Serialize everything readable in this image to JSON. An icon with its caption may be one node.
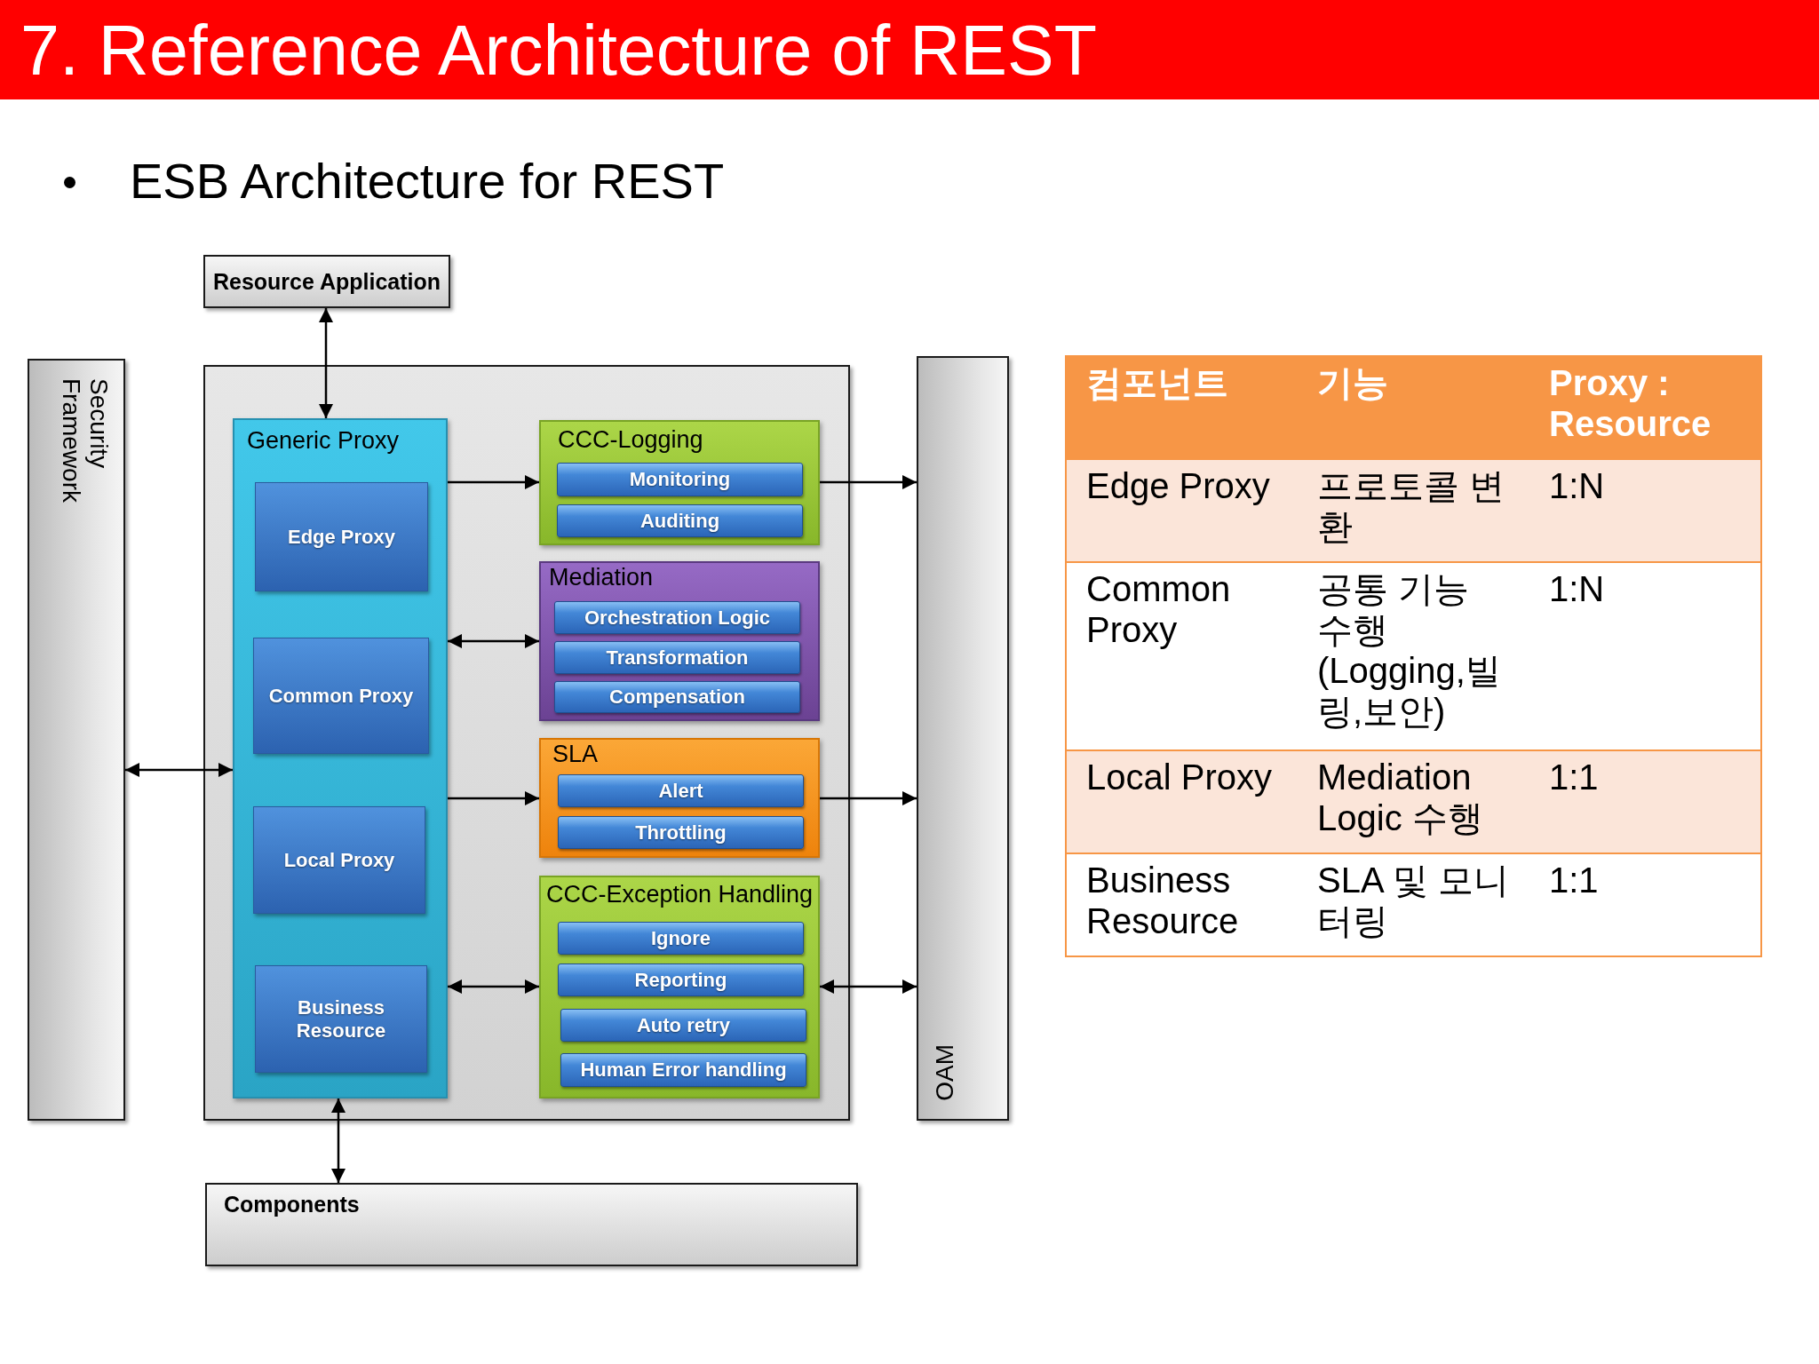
{
  "diagram": {
    "title": "7. Reference Architecture of REST",
    "nodes": [
      {
        "text": [
          "Resource Application"
        ]
      },
      {
        "text": [
          "Security Framework"
        ]
      },
      {
        "text": [],
        "shape": "box"
      },
      {
        "text": [
          "Generic Proxy"
        ],
        "in": 2
      },
      {
        "text": [
          "Edge Proxy"
        ],
        "in": 3
      },
      {
        "text": [
          "Common Proxy"
        ],
        "in": 3
      },
      {
        "text": [
          "Local Proxy"
        ],
        "in": 3
      },
      {
        "text": [
          "Business Resource"
        ],
        "in": 3
      },
      {
        "text": [
          "CCC-Logging"
        ],
        "in": 2
      },
      {
        "text": [
          "Monitoring"
        ],
        "in": 8
      },
      {
        "text": [
          "Auditing"
        ],
        "in": 8
      },
      {
        "text": [
          "Mediation"
        ],
        "in": 2
      },
      {
        "text": [
          "Orchestration Logic"
        ],
        "in": 11
      },
      {
        "text": [
          "Transformation"
        ],
        "in": 11
      },
      {
        "text": [
          "Compensation"
        ],
        "in": 11
      },
      {
        "text": [
          "SLA"
        ],
        "in": 2
      },
      {
        "text": [
          "Alert"
        ],
        "in": 15
      },
      {
        "text": [
          "Throttling"
        ],
        "in": 15
      },
      {
        "text": [
          "CCC-Exception Handling"
        ],
        "in": 2
      },
      {
        "text": [
          "Ignore"
        ],
        "in": 18
      },
      {
        "text": [
          "Reporting"
        ],
        "in": 18
      },
      {
        "text": [
          "Auto retry"
        ],
        "in": 18
      },
      {
        "text": [
          "Human Error handling"
        ],
        "in": 18
      },
      {
        "text": [
          "OAM"
        ]
      },
      {
        "text": [
          "Components"
        ]
      }
    ],
    "edges": [
      {
        "from": 0,
        "to": 3,
        "arrow": "both"
      },
      {
        "from": 3,
        "to": 8,
        "arrow": "to"
      },
      {
        "from": 8,
        "to": 23,
        "arrow": "to"
      },
      {
        "from": 3,
        "to": 11,
        "arrow": "both"
      },
      {
        "from": 1,
        "to": 3,
        "arrow": "both"
      },
      {
        "from": 3,
        "to": 15,
        "arrow": "to"
      },
      {
        "from": 15,
        "to": 23,
        "arrow": "to"
      },
      {
        "from": 3,
        "to": 18,
        "arrow": "both"
      },
      {
        "from": 18,
        "to": 23,
        "arrow": "both"
      },
      {
        "from": 3,
        "to": 24,
        "arrow": "both"
      }
    ],
    "labels": [
      "ESB Architecture for REST",
      "컴포넌트",
      "기능",
      "Proxy : Resource",
      "Edge Proxy",
      "프로토콜 변환",
      "1:N",
      "Common Proxy",
      "공통 기능 수행 (Logging,빌링,보안)",
      "1:N",
      "Local Proxy",
      "Mediation Logic 수행",
      "1:1",
      "Business Resource",
      "SLA 및 모니터링",
      "1:1"
    ]
  }
}
